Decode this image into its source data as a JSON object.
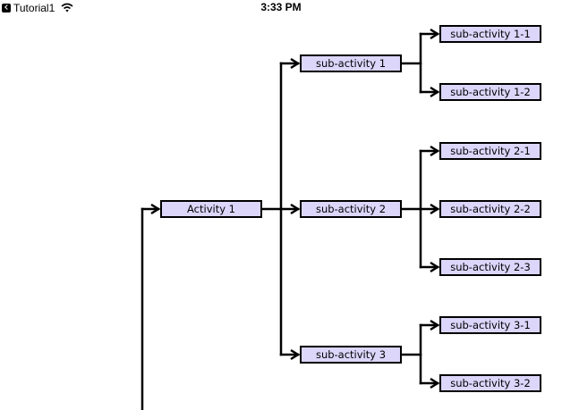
{
  "status_bar": {
    "app_name": "Tutorial1",
    "time": "3:33 PM",
    "back_icon": "back-chevron-icon",
    "wifi_icon": "wifi-icon"
  },
  "diagram": {
    "node_fill": "#dcd6fb",
    "border_color": "#000000",
    "root": {
      "label": "Activity 1"
    },
    "children": [
      {
        "label": "sub-activity 1",
        "children": [
          {
            "label": "sub-activity 1-1"
          },
          {
            "label": "sub-activity 1-2"
          }
        ]
      },
      {
        "label": "sub-activity 2",
        "children": [
          {
            "label": "sub-activity 2-1"
          },
          {
            "label": "sub-activity 2-2"
          },
          {
            "label": "sub-activity 2-3"
          }
        ]
      },
      {
        "label": "sub-activity 3",
        "children": [
          {
            "label": "sub-activity 3-1"
          },
          {
            "label": "sub-activity 3-2"
          }
        ]
      }
    ]
  }
}
